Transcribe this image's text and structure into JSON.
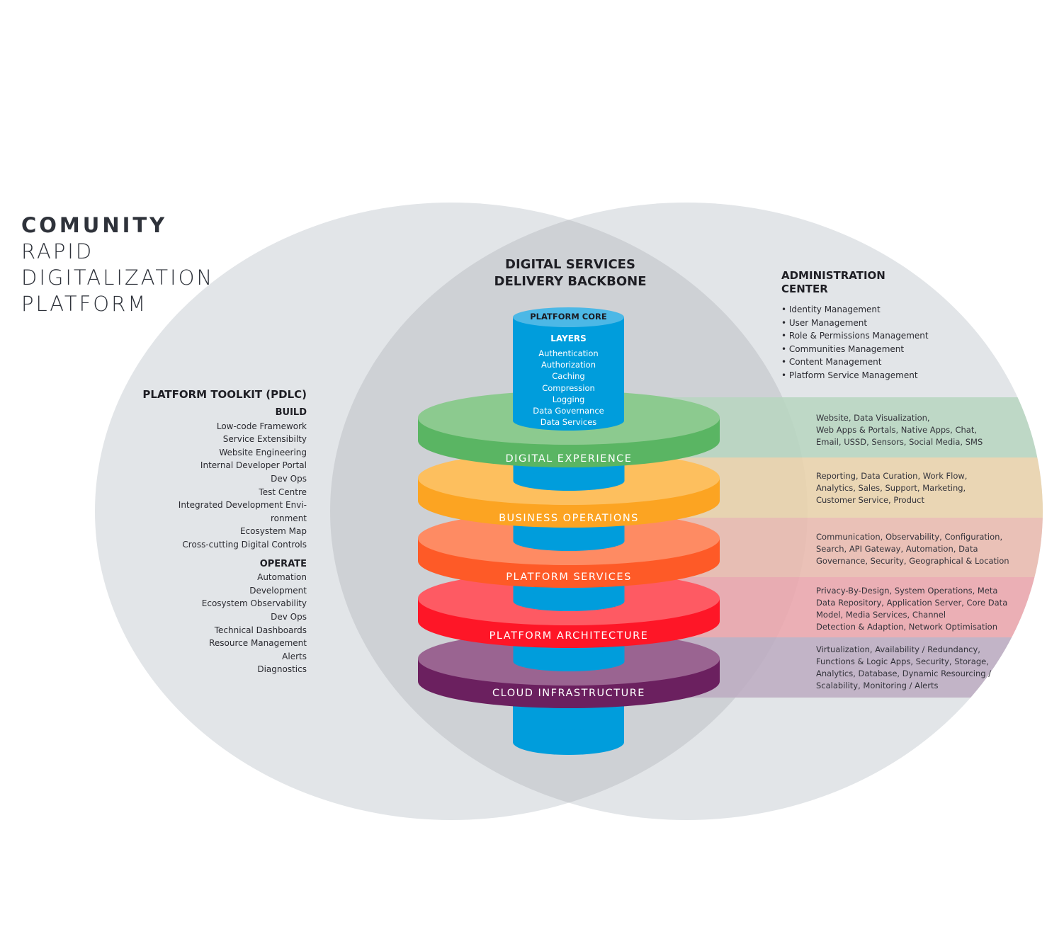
{
  "title": {
    "line1": "COMUNITY",
    "line2": "RAPID",
    "line3": "DIGITALIZATION",
    "line4": "PLATFORM"
  },
  "colors": {
    "circle_fill": "#e2e5e8",
    "overlap_fill": "#ced1d5",
    "core_blue": "#009ddc",
    "core_top": "#4cb8e6",
    "green_top": "#8cca8f",
    "green_side": "#5ab563",
    "orange_top": "#fdbf5e",
    "orange_side": "#fca422",
    "salmon_top": "#fe8b63",
    "salmon_side": "#fe5a27",
    "red_top": "#fe5a63",
    "red_side": "#fe1627",
    "purple_top": "#9a6491",
    "purple_side": "#6b205f",
    "band_green": "#b7d6c0",
    "band_orange": "#ebd3aa",
    "band_salmon": "#ebbbae",
    "band_red": "#eca6ab",
    "band_purple": "#bcabc1"
  },
  "toolkit": {
    "heading": "PLATFORM TOOLKIT (PDLC)",
    "build_heading": "BUILD",
    "build_items": [
      "Low-code Framework",
      "Service Extensibilty",
      "Website Engineering",
      "Internal Developer Portal",
      "Dev Ops",
      "Test Centre",
      "Integrated Development Envi-",
      "ronment",
      "Ecosystem Map",
      "Cross-cutting Digital Controls"
    ],
    "operate_heading": "OPERATE",
    "operate_items": [
      "Automation",
      "Development",
      "Ecosystem Observability",
      "Dev Ops",
      "Technical Dashboards",
      "Resource Management",
      "Alerts",
      "Diagnostics"
    ]
  },
  "backbone": {
    "line1": "DIGITAL SERVICES",
    "line2": "DELIVERY BACKBONE"
  },
  "core": {
    "title": "PLATFORM CORE",
    "layers_heading": "LAYERS",
    "layers": [
      "Authentication",
      "Authorization",
      "Caching",
      "Compression",
      "Logging",
      "Data Governance",
      "Data Services"
    ]
  },
  "admin": {
    "heading_line1": "ADMINISTRATION",
    "heading_line2": "CENTER",
    "items": [
      "Identity Management",
      "User Management",
      "Role & Permissions Management",
      "Communities Management",
      "Content Management",
      "Platform Service Management"
    ]
  },
  "layers": [
    {
      "label": "DIGITAL EXPERIENCE",
      "details": [
        "Website, Data Visualization,",
        "Web Apps & Portals, Native Apps, Chat,",
        "Email, USSD, Sensors, Social Media, SMS"
      ]
    },
    {
      "label": "BUSINESS OPERATIONS",
      "details": [
        "Reporting, Data Curation, Work Flow,",
        "Analytics, Sales, Support, Marketing,",
        "Customer Service, Product"
      ]
    },
    {
      "label": "PLATFORM SERVICES",
      "details": [
        "Communication, Observability, Configuration,",
        "Search, API Gateway, Automation, Data",
        "Governance, Security, Geographical & Location"
      ]
    },
    {
      "label": "PLATFORM ARCHITECTURE",
      "details": [
        "Privacy-By-Design, System Operations, Meta",
        "Data Repository, Application Server, Core Data",
        "Model, Media Services, Channel",
        "Detection & Adaption, Network Optimisation"
      ]
    },
    {
      "label": "CLOUD INFRASTRUCTURE",
      "details": [
        "Virtualization, Availability / Redundancy,",
        "Functions & Logic Apps, Security, Storage,",
        "Analytics, Database, Dynamic Resourcing /",
        "Scalability, Monitoring / Alerts"
      ]
    }
  ]
}
